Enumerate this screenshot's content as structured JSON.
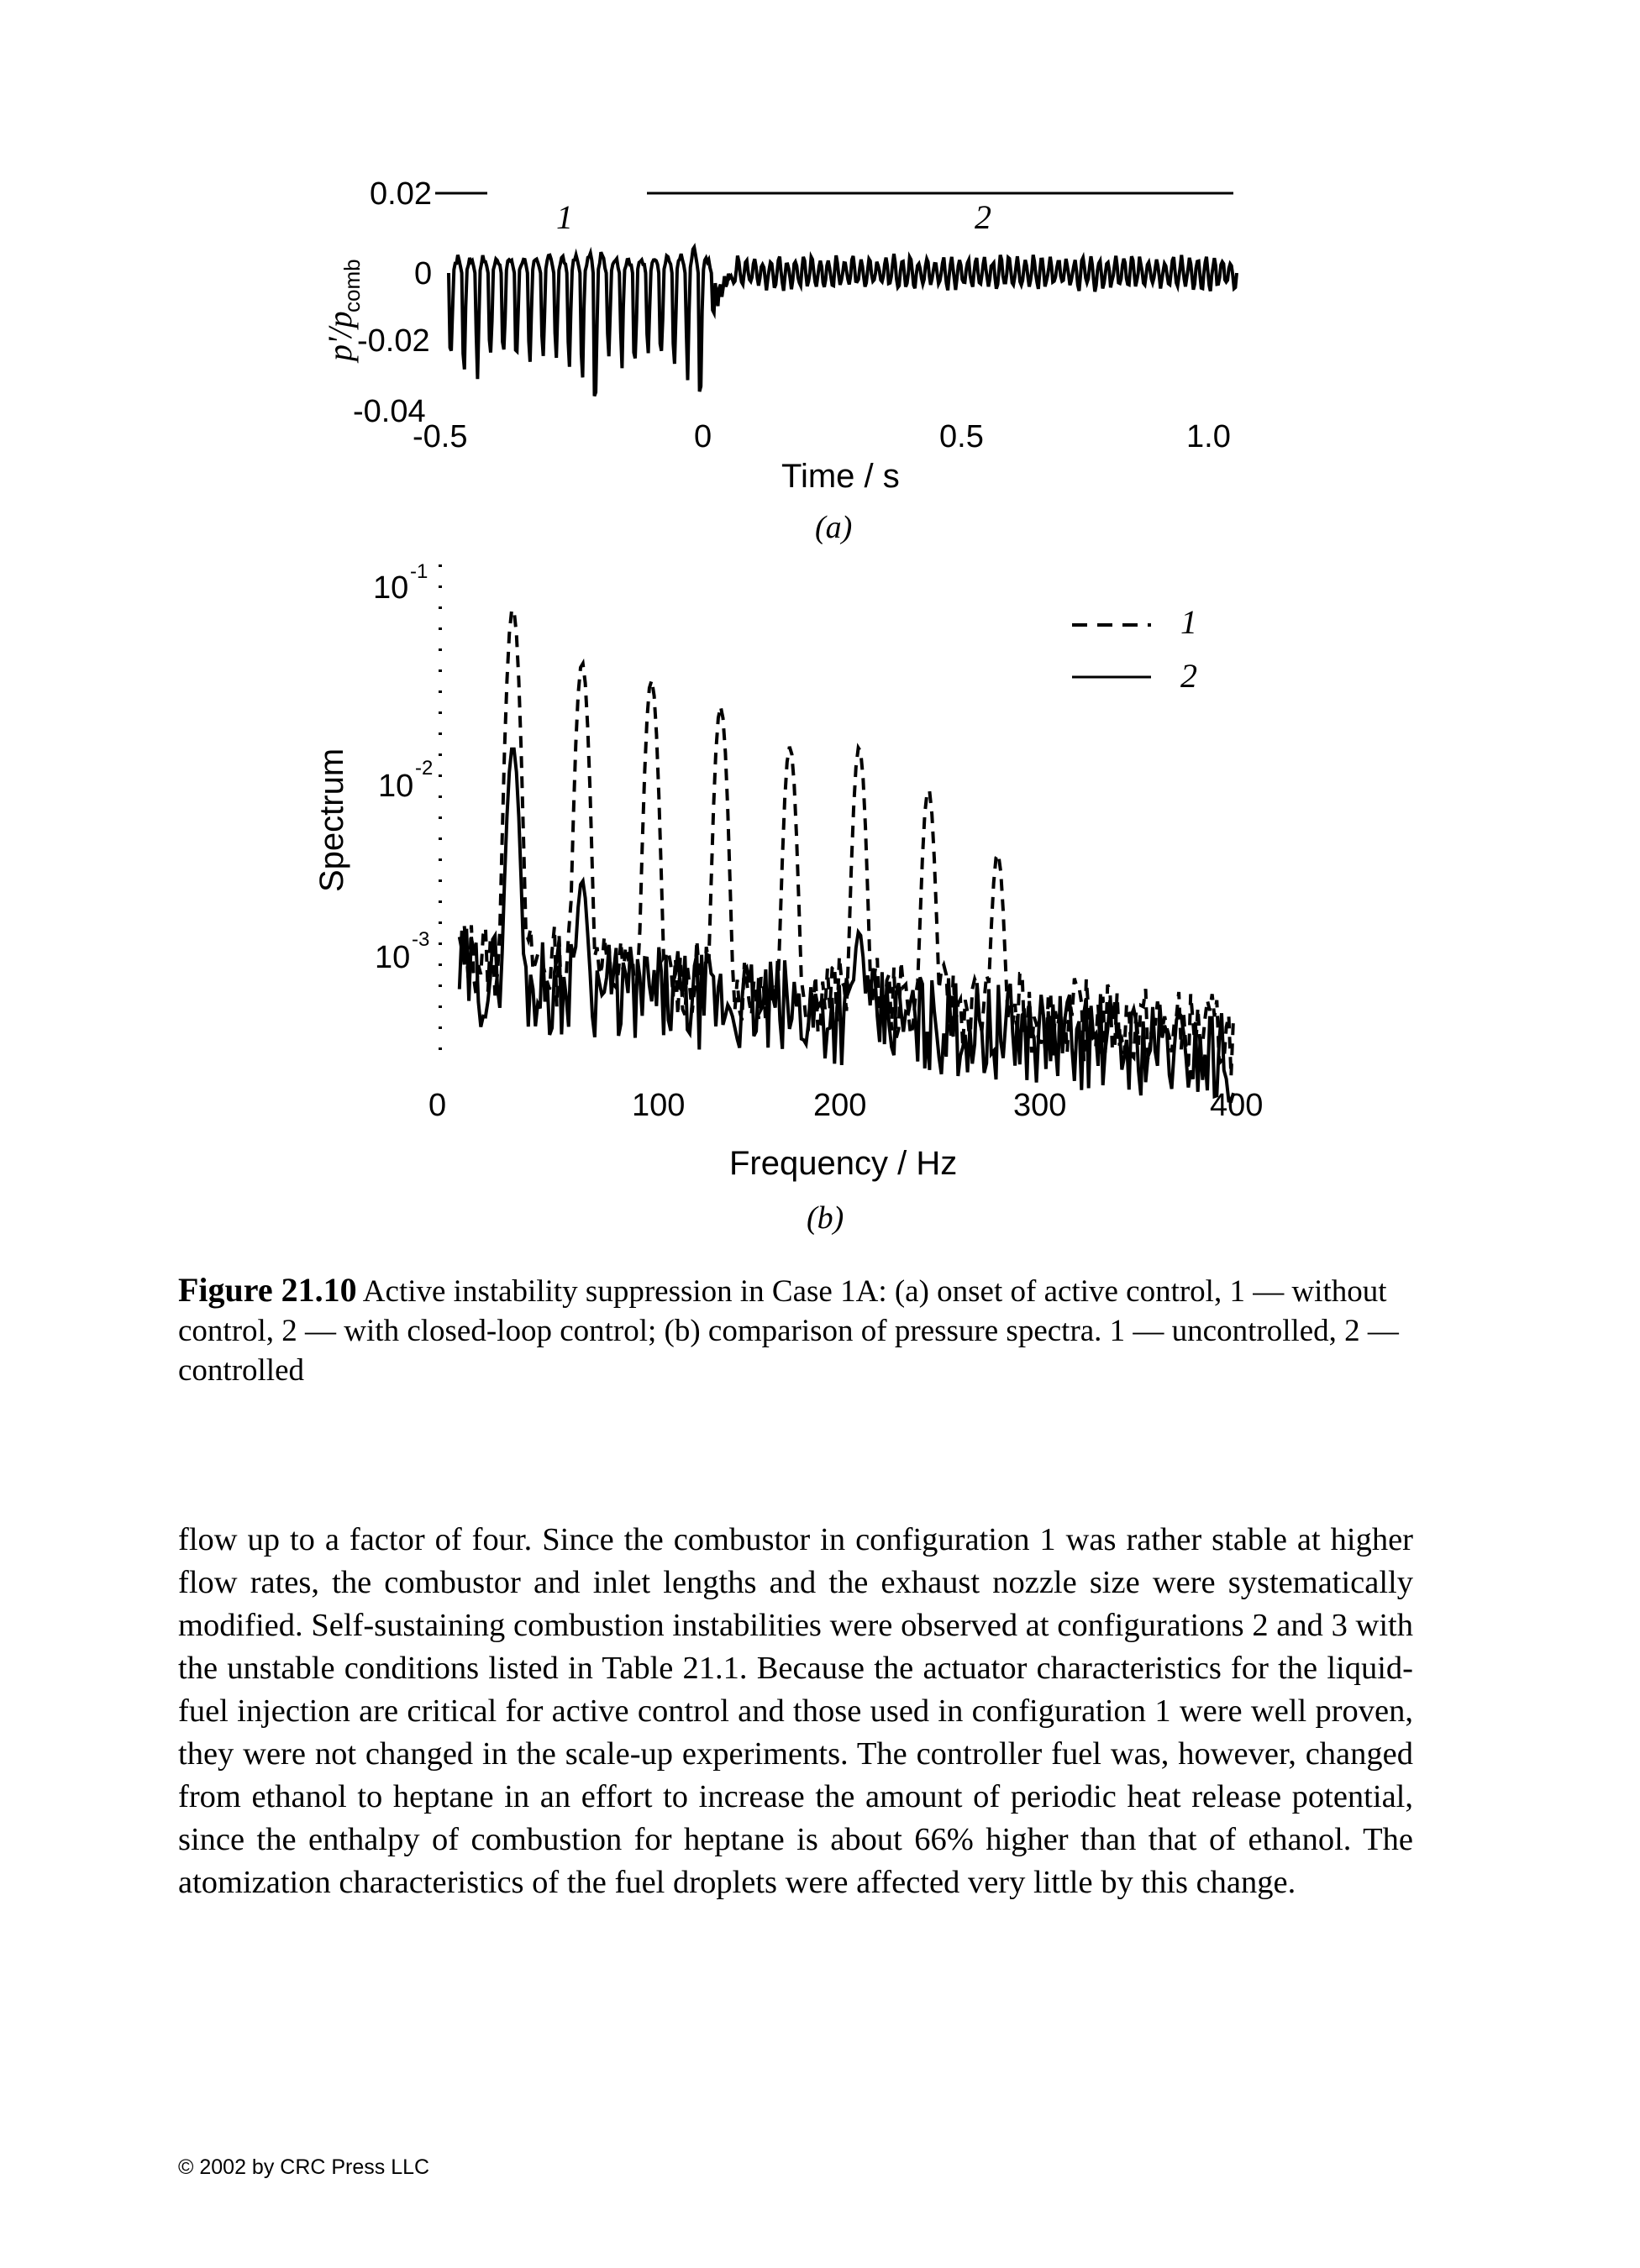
{
  "figure": {
    "panel_a": {
      "ylabel_main": "p'/p",
      "ylabel_sub": "comb",
      "xlabel": "Time / s",
      "sublabel": "(a)",
      "yticks": [
        "0.02",
        "0",
        "-0.02",
        "-0.04"
      ],
      "xticks": [
        "-0.5",
        "0",
        "0.5",
        "1.0"
      ],
      "region_labels": [
        "1",
        "2"
      ]
    },
    "panel_b": {
      "ylabel": "Spectrum",
      "xlabel": "Frequency / Hz",
      "sublabel": "(b)",
      "yticks": [
        {
          "base": "10",
          "exp": "-1"
        },
        {
          "base": "10",
          "exp": "-2"
        },
        {
          "base": "10",
          "exp": "-3"
        }
      ],
      "xticks": [
        "0",
        "100",
        "200",
        "300",
        "400"
      ],
      "legend": [
        "1",
        "2"
      ]
    }
  },
  "chart_data": [
    {
      "type": "line",
      "panel": "a",
      "xlabel": "Time / s",
      "ylabel": "p'/p_comb",
      "xlim": [
        -0.5,
        1.0
      ],
      "ylim": [
        -0.04,
        0.02
      ],
      "series": [
        {
          "name": "1",
          "t_range": [
            -0.5,
            0.0
          ],
          "amplitude": 0.025,
          "frequency_hz": 40
        },
        {
          "name": "2",
          "t_range": [
            0.0,
            1.0
          ],
          "amplitude": 0.004,
          "frequency_hz": 40
        }
      ]
    },
    {
      "type": "line",
      "panel": "b",
      "xlabel": "Frequency / Hz",
      "ylabel": "Spectrum",
      "xlim": [
        0,
        400
      ],
      "ylim": [
        0.0003,
        0.1
      ],
      "yscale": "log",
      "series": [
        {
          "name": "1",
          "style": "dashed",
          "peaks": [
            [
              35,
              0.07
            ],
            [
              70,
              0.035
            ],
            [
              105,
              0.028
            ],
            [
              140,
              0.02
            ],
            [
              175,
              0.012
            ],
            [
              210,
              0.012
            ],
            [
              245,
              0.007
            ],
            [
              280,
              0.003
            ]
          ],
          "floor": 0.0009
        },
        {
          "name": "2",
          "style": "solid",
          "peaks": [
            [
              35,
              0.012
            ],
            [
              70,
              0.002
            ],
            [
              210,
              0.001
            ]
          ],
          "floor": 0.0007
        }
      ]
    }
  ],
  "caption": {
    "label": "Figure 21.10",
    "text": "Active instability suppression in Case 1A: (a) onset of active control, 1 — without control, 2 — with closed-loop control; (b) comparison of pressure spectra. 1 — uncontrolled, 2 — controlled"
  },
  "body": {
    "paragraph": "flow up to a factor of four. Since the combustor in configuration 1 was rather stable at higher flow rates, the combustor and inlet lengths and the exhaust nozzle size were systematically modified. Self-sustaining combustion instabilities were observed at configurations 2 and 3 with the unstable conditions listed in Table 21.1. Because the actuator characteristics for the liquid-fuel injection are critical for active control and those used in configuration 1 were well proven, they were not changed in the scale-up experiments. The controller fuel was, however, changed from ethanol to heptane in an effort to increase the amount of periodic heat release potential, since the enthalpy of combustion for heptane is about 66% higher than that of ethanol. The atomization characteristics of the fuel droplets were affected very little by this change."
  },
  "footer": {
    "copyright": "© 2002 by CRC Press LLC"
  }
}
